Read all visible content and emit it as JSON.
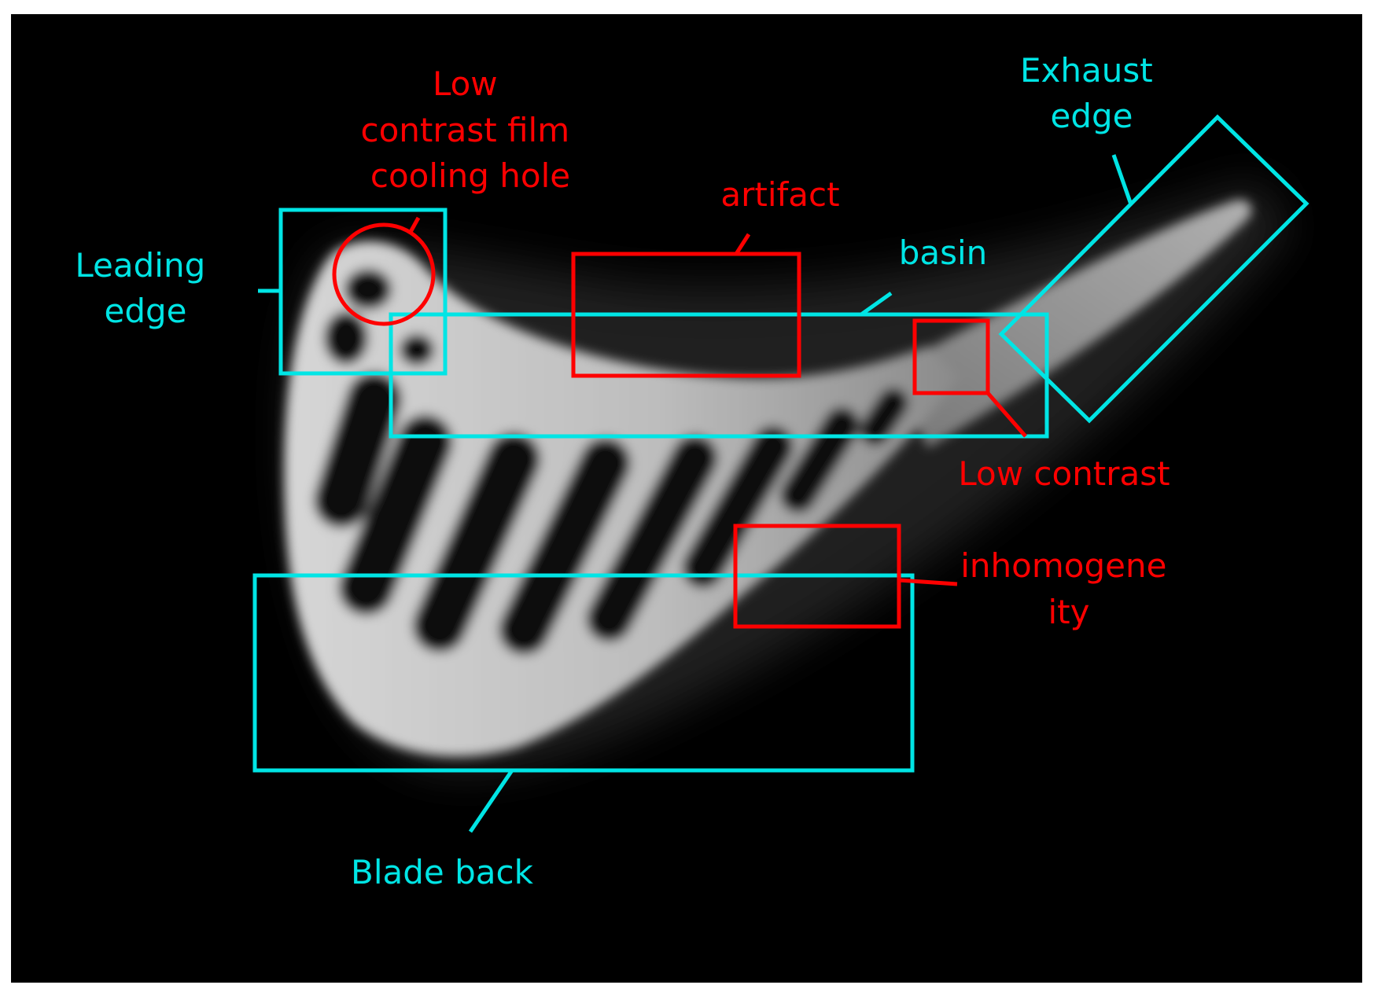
{
  "colors": {
    "annotation_cyan": "#00e5e5",
    "annotation_red": "#ff0000",
    "background": "#000000",
    "frame": "#ffffff"
  },
  "labels": {
    "leading_edge": [
      "Leading",
      "edge"
    ],
    "film_hole": [
      "Low",
      "contrast film",
      "cooling hole"
    ],
    "artifact": [
      "artifact"
    ],
    "basin": [
      "basin"
    ],
    "exhaust_edge": [
      "Exhaust",
      "edge"
    ],
    "low_contrast": [
      "Low contrast"
    ],
    "inhomogeneity": [
      "inhomogene",
      "ity"
    ],
    "blade_back": [
      "Blade back"
    ]
  }
}
